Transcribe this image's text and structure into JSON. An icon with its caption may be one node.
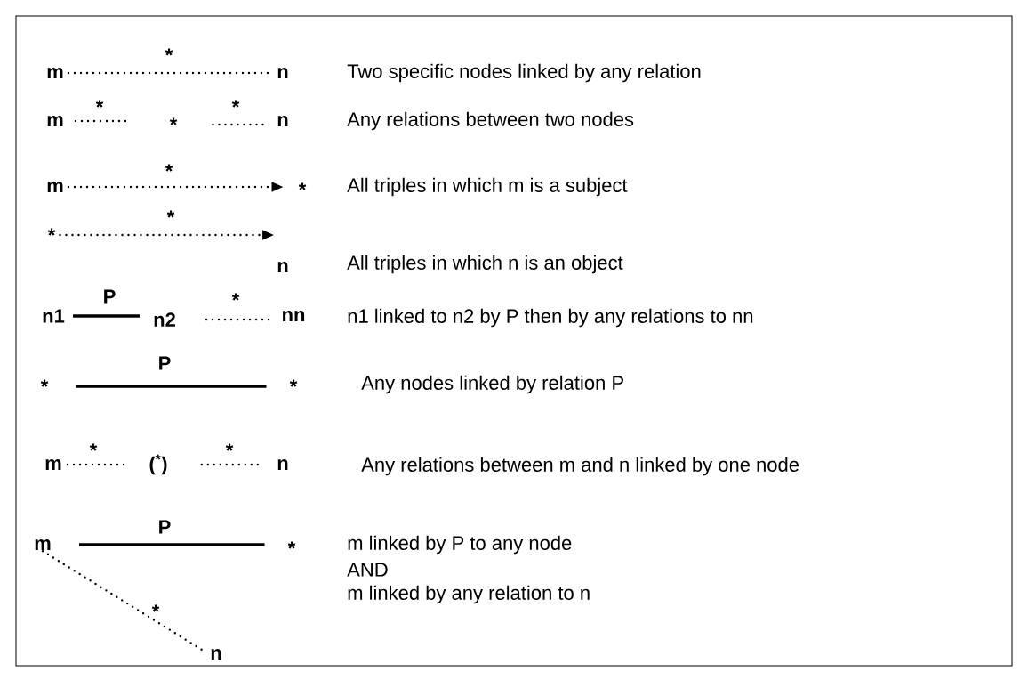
{
  "diagram": {
    "nodes": [
      {
        "text": [
          "m"
        ]
      },
      {
        "text": [
          "n"
        ]
      },
      {
        "text": [
          "m"
        ]
      },
      {
        "text": [
          "*"
        ]
      },
      {
        "text": [
          "n"
        ]
      },
      {
        "text": [
          "m"
        ]
      },
      {
        "text": [
          "*"
        ]
      },
      {
        "text": [
          "*"
        ]
      },
      {
        "text": [
          "n"
        ]
      },
      {
        "text": [
          "n1"
        ]
      },
      {
        "text": [
          "n2"
        ]
      },
      {
        "text": [
          "nn"
        ]
      },
      {
        "text": [
          "*"
        ]
      },
      {
        "text": [
          "*"
        ]
      },
      {
        "text": [
          "m"
        ]
      },
      {
        "text": [
          "($^{*}$)"
        ]
      },
      {
        "text": [
          "n"
        ]
      },
      {
        "text": [
          "m"
        ]
      },
      {
        "text": [
          "*"
        ]
      },
      {
        "text": [
          "n"
        ]
      }
    ],
    "edges": [
      {
        "from": 0,
        "to": 1,
        "arrow": "none",
        "label": "*",
        "style": "dashed"
      },
      {
        "from": 2,
        "to": 3,
        "arrow": "none",
        "label": "*",
        "style": "dashed"
      },
      {
        "from": 3,
        "to": 4,
        "arrow": "none",
        "label": "*",
        "style": "dashed"
      },
      {
        "from": 5,
        "to": 6,
        "arrow": "to",
        "label": "*",
        "style": "dashed"
      },
      {
        "from": 7,
        "to": 8,
        "arrow": "to",
        "label": "*",
        "style": "dashed"
      },
      {
        "from": 9,
        "to": 10,
        "arrow": "none",
        "label": "P"
      },
      {
        "from": 10,
        "to": 11,
        "arrow": "none",
        "label": "*",
        "style": "dashed"
      },
      {
        "from": 12,
        "to": 13,
        "arrow": "none",
        "label": "P"
      },
      {
        "from": 14,
        "to": 15,
        "arrow": "none",
        "label": "*",
        "style": "dashed"
      },
      {
        "from": 15,
        "to": 16,
        "arrow": "none",
        "label": "*",
        "style": "dashed"
      },
      {
        "from": 17,
        "to": 18,
        "arrow": "none",
        "label": "P"
      },
      {
        "from": 17,
        "to": 19,
        "arrow": "none",
        "label": "*",
        "style": "dashed"
      }
    ],
    "labels": [
      "Two specific nodes linked by any relation",
      "Any relations between two nodes",
      "All triples in which m is a subject",
      "All triples in which n is an object",
      "n1 linked to n2 by P then by any relations to nn",
      "Any nodes linked by relation P",
      "Any relations between m and n linked by one node",
      "m linked by P to any node",
      "AND",
      "m linked by any relation to n"
    ]
  }
}
